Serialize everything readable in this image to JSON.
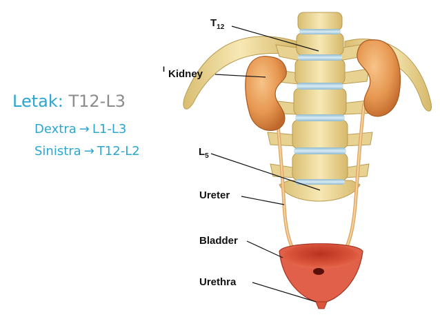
{
  "note": {
    "letak_label": "Letak:",
    "letak_value": "T12-L3",
    "dextra_label": "Dextra",
    "dextra_value": "L1-L3",
    "sinistra_label": "Sinistra",
    "sinistra_value": "T12-L2",
    "arrow_glyph": "→"
  },
  "labels": {
    "t12_main": "T",
    "t12_sub": "12",
    "kidney_mark": "I",
    "kidney": "Kidney",
    "l5_main": "L",
    "l5_sub": "5",
    "ureter": "Ureter",
    "bladder": "Bladder",
    "urethra": "Urethra"
  },
  "colors": {
    "text_accent": "#2aa6cf",
    "text_value": "#8c8c8c",
    "bone": "#f0dc9c",
    "disc": "#b8d6e6",
    "kidney": "#e59a52",
    "bladder": "#d84a2e"
  }
}
